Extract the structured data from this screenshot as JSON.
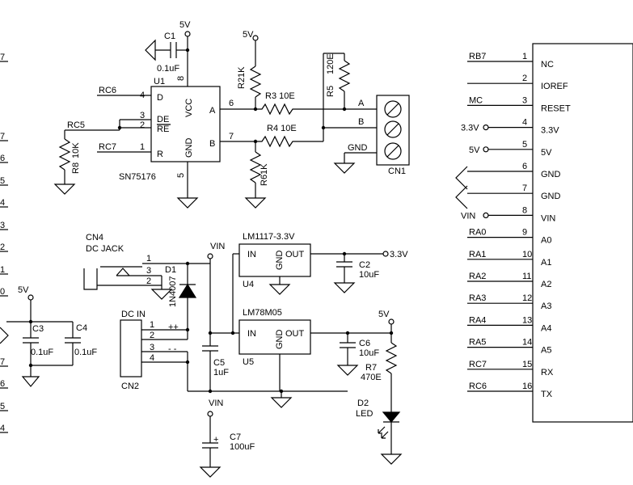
{
  "rs485": {
    "chip_name": "SN75176",
    "designator": "U1",
    "pins": {
      "D": "D",
      "DE": "DE",
      "RE": "RE",
      "R": "R",
      "VCC": "VCC",
      "GND": "GND",
      "A": "A",
      "B": "B"
    },
    "pin_numbers": {
      "D": "4",
      "DE": "3",
      "RE": "2",
      "R": "1",
      "VCC": "8",
      "GND": "5",
      "A": "6",
      "B": "7"
    },
    "nets": {
      "rc6": "RC6",
      "rc5": "RC5",
      "rc7": "RC7",
      "v5": "5V"
    },
    "c1": {
      "ref": "C1",
      "value": "0.1uF"
    },
    "r8": {
      "ref": "R8",
      "value": "10K"
    },
    "r2": {
      "ref": "R2",
      "value": "1K"
    },
    "r3": {
      "ref": "R3",
      "value": "10E"
    },
    "r4": {
      "ref": "R4",
      "value": "10E"
    },
    "r5": {
      "ref": "R5",
      "value": "120E"
    },
    "r6": {
      "ref": "R6",
      "value": "1K"
    },
    "v5_r2": "5V",
    "cn1": {
      "ref": "CN1",
      "a": "A",
      "b": "B",
      "gnd": "GND"
    }
  },
  "left_partial": {
    "labels": [
      "7",
      "7",
      "6",
      "5",
      "4",
      "3",
      "2",
      "1",
      "0",
      "7",
      "6",
      "5",
      "4"
    ]
  },
  "c3c4": {
    "v5": "5V",
    "c3": {
      "ref": "C3",
      "value": "0.1uF"
    },
    "c4": {
      "ref": "C4",
      "value": "0.1uF"
    }
  },
  "power": {
    "cn4": {
      "ref": "CN4",
      "type": "DC JACK",
      "pins": [
        "1",
        "3",
        "2"
      ]
    },
    "d1": {
      "ref": "D1",
      "part": "1N4007"
    },
    "cn2": {
      "ref": "CN2",
      "title": "DC IN",
      "pins": [
        "1",
        "2",
        "3",
        "4"
      ],
      "plus": "++",
      "minus": "- -"
    },
    "vin": "VIN",
    "c5": {
      "ref": "C5",
      "value": "1uF"
    },
    "u4": {
      "ref": "U4",
      "part": "LM1117-3.3V",
      "in": "IN",
      "gnd": "GND",
      "out": "OUT"
    },
    "u5": {
      "ref": "U5",
      "part": "LM78M05",
      "in": "IN",
      "gnd": "GND",
      "out": "OUT"
    },
    "c2": {
      "ref": "C2",
      "value": "10uF"
    },
    "c6": {
      "ref": "C6",
      "value": "10uF"
    },
    "v33": "3.3V",
    "v5": "5V",
    "r7": {
      "ref": "R7",
      "value": "470E"
    },
    "d2": {
      "ref": "D2",
      "type": "LED"
    },
    "c7": {
      "ref": "C7",
      "value": "100uF",
      "plus": "+"
    },
    "vin2": "VIN"
  },
  "header": {
    "rows": [
      {
        "net": "RB7",
        "pin": "1",
        "name": "NC"
      },
      {
        "net": "",
        "pin": "2",
        "name": "IOREF"
      },
      {
        "net": "MC",
        "pin": "3",
        "name": "RESET"
      },
      {
        "net": "3.3V",
        "pin": "4",
        "name": "3.3V"
      },
      {
        "net": "5V",
        "pin": "5",
        "name": "5V"
      },
      {
        "net": "",
        "pin": "6",
        "name": "GND"
      },
      {
        "net": "",
        "pin": "7",
        "name": "GND"
      },
      {
        "net": "VIN",
        "pin": "8",
        "name": "VIN"
      },
      {
        "net": "RA0",
        "pin": "9",
        "name": "A0"
      },
      {
        "net": "RA1",
        "pin": "10",
        "name": "A1"
      },
      {
        "net": "RA2",
        "pin": "11",
        "name": "A2"
      },
      {
        "net": "RA3",
        "pin": "12",
        "name": "A3"
      },
      {
        "net": "RA4",
        "pin": "13",
        "name": "A4"
      },
      {
        "net": "RA5",
        "pin": "14",
        "name": "A5"
      },
      {
        "net": "RC7",
        "pin": "15",
        "name": "RX"
      },
      {
        "net": "RC6",
        "pin": "16",
        "name": "TX"
      }
    ]
  }
}
